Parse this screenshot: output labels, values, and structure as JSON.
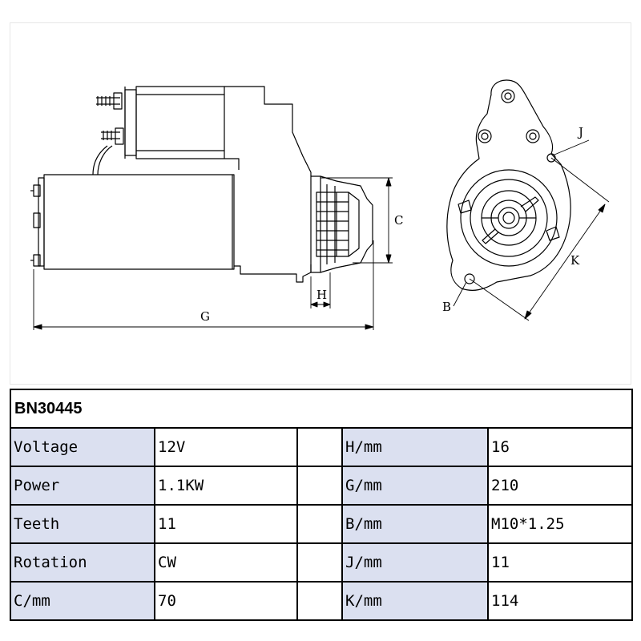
{
  "drawing": {
    "dimension_labels": {
      "g": "G",
      "h": "H",
      "c": "C",
      "j": "J",
      "k": "K",
      "b": "B"
    }
  },
  "spec_table": {
    "title": "BN30445",
    "rows": [
      {
        "left_label": "Voltage",
        "left_value": "12V",
        "right_label": "H/mm",
        "right_value": "16"
      },
      {
        "left_label": "Power",
        "left_value": "1.1KW",
        "right_label": "G/mm",
        "right_value": "210"
      },
      {
        "left_label": "Teeth",
        "left_value": "11",
        "right_label": "B/mm",
        "right_value": "M10*1.25"
      },
      {
        "left_label": "Rotation",
        "left_value": "CW",
        "right_label": "J/mm",
        "right_value": "11"
      },
      {
        "left_label": "C/mm",
        "left_value": "70",
        "right_label": "K/mm",
        "right_value": "114"
      }
    ],
    "colors": {
      "label_fill": "#dbe0f0",
      "border": "#000000"
    }
  }
}
